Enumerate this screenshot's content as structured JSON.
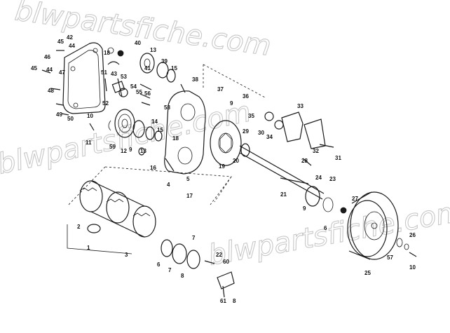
{
  "watermark": {
    "text_top": "blwpartsfiche.com",
    "text_mid": "blwpartsfiche.com",
    "text_low": "blwpartsfiche.com",
    "color": "#c8c8c8"
  },
  "callouts": [
    {
      "id": "c42",
      "text": "42"
    },
    {
      "id": "c45a",
      "text": "45"
    },
    {
      "id": "c44a",
      "text": "44"
    },
    {
      "id": "c18",
      "text": "18"
    },
    {
      "id": "c40",
      "text": "40"
    },
    {
      "id": "c41",
      "text": "41"
    },
    {
      "id": "c46",
      "text": "46"
    },
    {
      "id": "c45b",
      "text": "45"
    },
    {
      "id": "c44b",
      "text": "44"
    },
    {
      "id": "c47",
      "text": "47"
    },
    {
      "id": "c43",
      "text": "43"
    },
    {
      "id": "c51",
      "text": "51"
    },
    {
      "id": "c53",
      "text": "53"
    },
    {
      "id": "c13a",
      "text": "13"
    },
    {
      "id": "c39",
      "text": "39"
    },
    {
      "id": "c15a",
      "text": "15"
    },
    {
      "id": "c38",
      "text": "38"
    },
    {
      "id": "c48",
      "text": "48"
    },
    {
      "id": "c49",
      "text": "49"
    },
    {
      "id": "c50",
      "text": "50"
    },
    {
      "id": "c54",
      "text": "54"
    },
    {
      "id": "c55",
      "text": "55"
    },
    {
      "id": "c56",
      "text": "56"
    },
    {
      "id": "c52",
      "text": "52"
    },
    {
      "id": "c58",
      "text": "58"
    },
    {
      "id": "c37",
      "text": "37"
    },
    {
      "id": "c9a",
      "text": "9"
    },
    {
      "id": "c36",
      "text": "36"
    },
    {
      "id": "c35",
      "text": "35"
    },
    {
      "id": "c33",
      "text": "33"
    },
    {
      "id": "c10",
      "text": "10"
    },
    {
      "id": "c14",
      "text": "14"
    },
    {
      "id": "c15b",
      "text": "15"
    },
    {
      "id": "c11",
      "text": "11"
    },
    {
      "id": "c59",
      "text": "59"
    },
    {
      "id": "c12",
      "text": "12"
    },
    {
      "id": "c9b",
      "text": "9"
    },
    {
      "id": "c13b",
      "text": "13"
    },
    {
      "id": "c18b",
      "text": "18"
    },
    {
      "id": "c29",
      "text": "29"
    },
    {
      "id": "c30",
      "text": "30"
    },
    {
      "id": "c34",
      "text": "34"
    },
    {
      "id": "c32",
      "text": "32"
    },
    {
      "id": "c31",
      "text": "31"
    },
    {
      "id": "c16",
      "text": "16"
    },
    {
      "id": "c4",
      "text": "4"
    },
    {
      "id": "c20",
      "text": "20"
    },
    {
      "id": "c19",
      "text": "19"
    },
    {
      "id": "c28",
      "text": "28"
    },
    {
      "id": "c5",
      "text": "5"
    },
    {
      "id": "c17",
      "text": "17"
    },
    {
      "id": "c24",
      "text": "24"
    },
    {
      "id": "c23",
      "text": "23"
    },
    {
      "id": "c21",
      "text": "21"
    },
    {
      "id": "c27",
      "text": "27"
    },
    {
      "id": "c9c",
      "text": "9"
    },
    {
      "id": "c6a",
      "text": "6"
    },
    {
      "id": "c2",
      "text": "2"
    },
    {
      "id": "c1",
      "text": "1"
    },
    {
      "id": "c3",
      "text": "3"
    },
    {
      "id": "c26",
      "text": "26"
    },
    {
      "id": "c7a",
      "text": "7"
    },
    {
      "id": "c57",
      "text": "57"
    },
    {
      "id": "c22",
      "text": "22"
    },
    {
      "id": "c60",
      "text": "60"
    },
    {
      "id": "c6b",
      "text": "6"
    },
    {
      "id": "c7b",
      "text": "7"
    },
    {
      "id": "c8a",
      "text": "8"
    },
    {
      "id": "c25",
      "text": "25"
    },
    {
      "id": "c10b",
      "text": "10"
    },
    {
      "id": "c61",
      "text": "61"
    },
    {
      "id": "c8b",
      "text": "8"
    }
  ]
}
